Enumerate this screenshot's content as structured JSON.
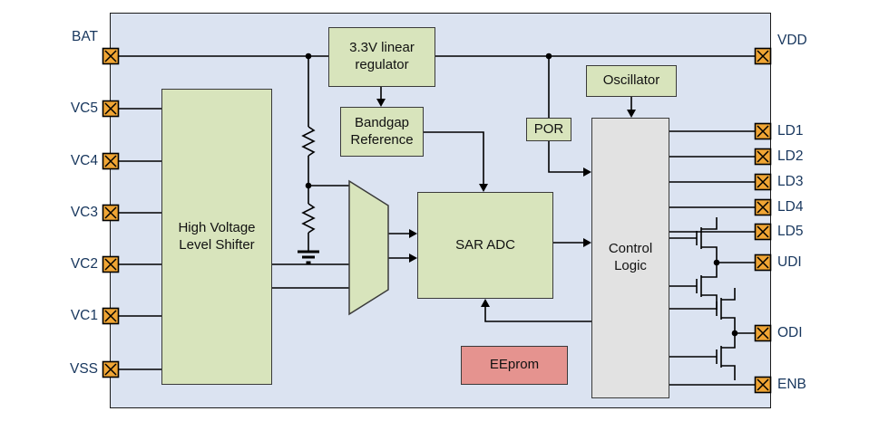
{
  "diagram": {
    "blocks": {
      "regulator": "3.3V linear regulator",
      "bandgap": "Bandgap Reference",
      "oscillator": "Oscillator",
      "por": "POR",
      "level_shifter": "High Voltage Level Shifter",
      "sar_adc": "SAR ADC",
      "control_logic": "Control Logic",
      "eeprom": "EEprom"
    },
    "pins": {
      "left": [
        "BAT",
        "VC5",
        "VC4",
        "VC3",
        "VC2",
        "VC1",
        "VSS"
      ],
      "right": [
        "VDD",
        "LD1",
        "LD2",
        "LD3",
        "LD4",
        "LD5",
        "UDI",
        "ODI",
        "ENB"
      ]
    },
    "colors": {
      "chip_background": "#dbe3f1",
      "block_green": "#d8e4bc",
      "block_gray": "#e2e2e2",
      "block_red": "#e5938f",
      "pad_orange": "#f0a534",
      "wire": "#000000",
      "pin_text": "#17365d"
    }
  }
}
